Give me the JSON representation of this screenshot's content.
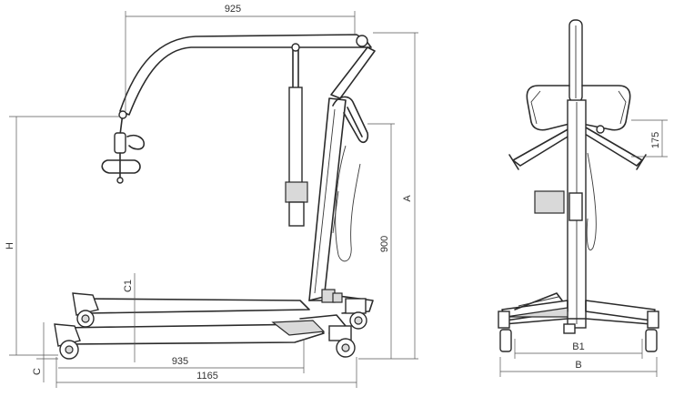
{
  "dimensions": {
    "top_width": "925",
    "height_A": "A",
    "height_900": "900",
    "height_H": "H",
    "clearance_C1": "C1",
    "clearance_C": "C",
    "length_935": "935",
    "length_1165": "1165",
    "offset_175": "175",
    "width_B1": "B1",
    "width_B": "B"
  }
}
